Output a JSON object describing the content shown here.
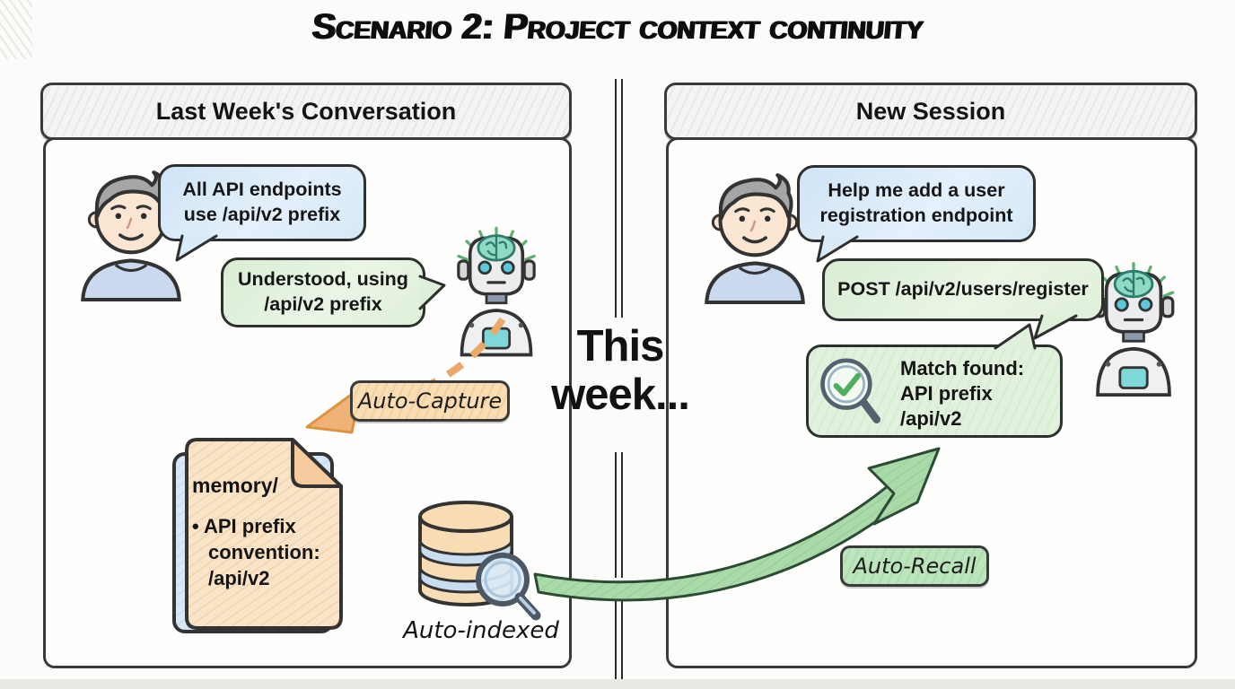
{
  "title": "Scenario 2: Project context continuity",
  "interlude": {
    "line1": "This",
    "line2": "week..."
  },
  "left_panel": {
    "header": "Last Week's Conversation",
    "user_bubble": {
      "line1": "All API endpoints",
      "line2": "use /api/v2 prefix"
    },
    "assistant_bubble": {
      "line1": "Understood, using",
      "line2": "/api/v2 prefix"
    },
    "auto_capture_label": "Auto-Capture",
    "memory_file": {
      "title": "memory/",
      "bullet_line1": "• API prefix",
      "bullet_line2": "convention:",
      "bullet_line3": "/api/v2"
    },
    "auto_indexed_label": "Auto-indexed"
  },
  "right_panel": {
    "header": "New Session",
    "user_bubble": {
      "line1": "Help me add a user",
      "line2": "registration endpoint"
    },
    "assistant_bubble": {
      "line1": "POST /api/v2/users/register"
    },
    "match_bubble": {
      "line1": "Match found:",
      "line2": "API prefix",
      "line3": "/api/v2"
    },
    "auto_recall_label": "Auto-Recall"
  },
  "icons": {
    "user_avatar": "person-avatar",
    "robot_avatar": "robot-avatar",
    "database": "database-icon",
    "magnifier": "magnifier-icon",
    "magnifier_check": "magnifier-check-icon",
    "memory_file": "document-folded-corner-icon",
    "capture_arrow": "orange-dashed-arrow",
    "recall_arrow": "green-curved-arrow"
  },
  "colors": {
    "user_bubble": "#D9EAF8",
    "assistant_bubble": "#E1F0DC",
    "capture_accent": "#E8A35C",
    "capture_box": "#F8DCB2",
    "recall_box": "#B9E3B9",
    "recall_arrow": "#A9D9A9",
    "memory_page": "#FAE4C8",
    "header_bg": "#F0F0EF",
    "outline": "#2F2F2F"
  }
}
